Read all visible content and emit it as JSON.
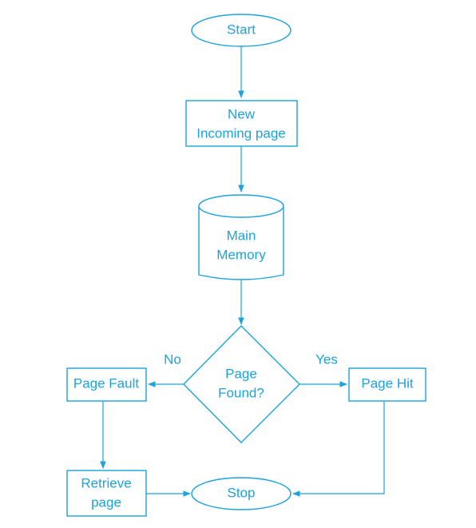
{
  "colors": {
    "stroke": "#1aa3dc",
    "text": "#1aa3dc",
    "background": "#ffffff"
  },
  "nodes": {
    "start": {
      "shape": "terminator",
      "label": "Start"
    },
    "new_incoming_page": {
      "shape": "process",
      "label_line1": "New",
      "label_line2": "Incoming page"
    },
    "main_memory": {
      "shape": "database",
      "label_line1": "Main",
      "label_line2": "Memory"
    },
    "page_found": {
      "shape": "decision",
      "label_line1": "Page",
      "label_line2": "Found?"
    },
    "page_fault": {
      "shape": "process",
      "label": "Page Fault"
    },
    "page_hit": {
      "shape": "process",
      "label": "Page Hit"
    },
    "retrieve_page": {
      "shape": "process",
      "label_line1": "Retrieve",
      "label_line2": "page"
    },
    "stop": {
      "shape": "terminator",
      "label": "Stop"
    }
  },
  "edges": [
    {
      "from": "start",
      "to": "new_incoming_page",
      "label": ""
    },
    {
      "from": "new_incoming_page",
      "to": "main_memory",
      "label": ""
    },
    {
      "from": "main_memory",
      "to": "page_found",
      "label": ""
    },
    {
      "from": "page_found",
      "to": "page_fault",
      "label": "No"
    },
    {
      "from": "page_found",
      "to": "page_hit",
      "label": "Yes"
    },
    {
      "from": "page_fault",
      "to": "retrieve_page",
      "label": ""
    },
    {
      "from": "retrieve_page",
      "to": "stop",
      "label": ""
    },
    {
      "from": "page_hit",
      "to": "stop",
      "label": ""
    }
  ],
  "edge_labels": {
    "no": "No",
    "yes": "Yes"
  }
}
